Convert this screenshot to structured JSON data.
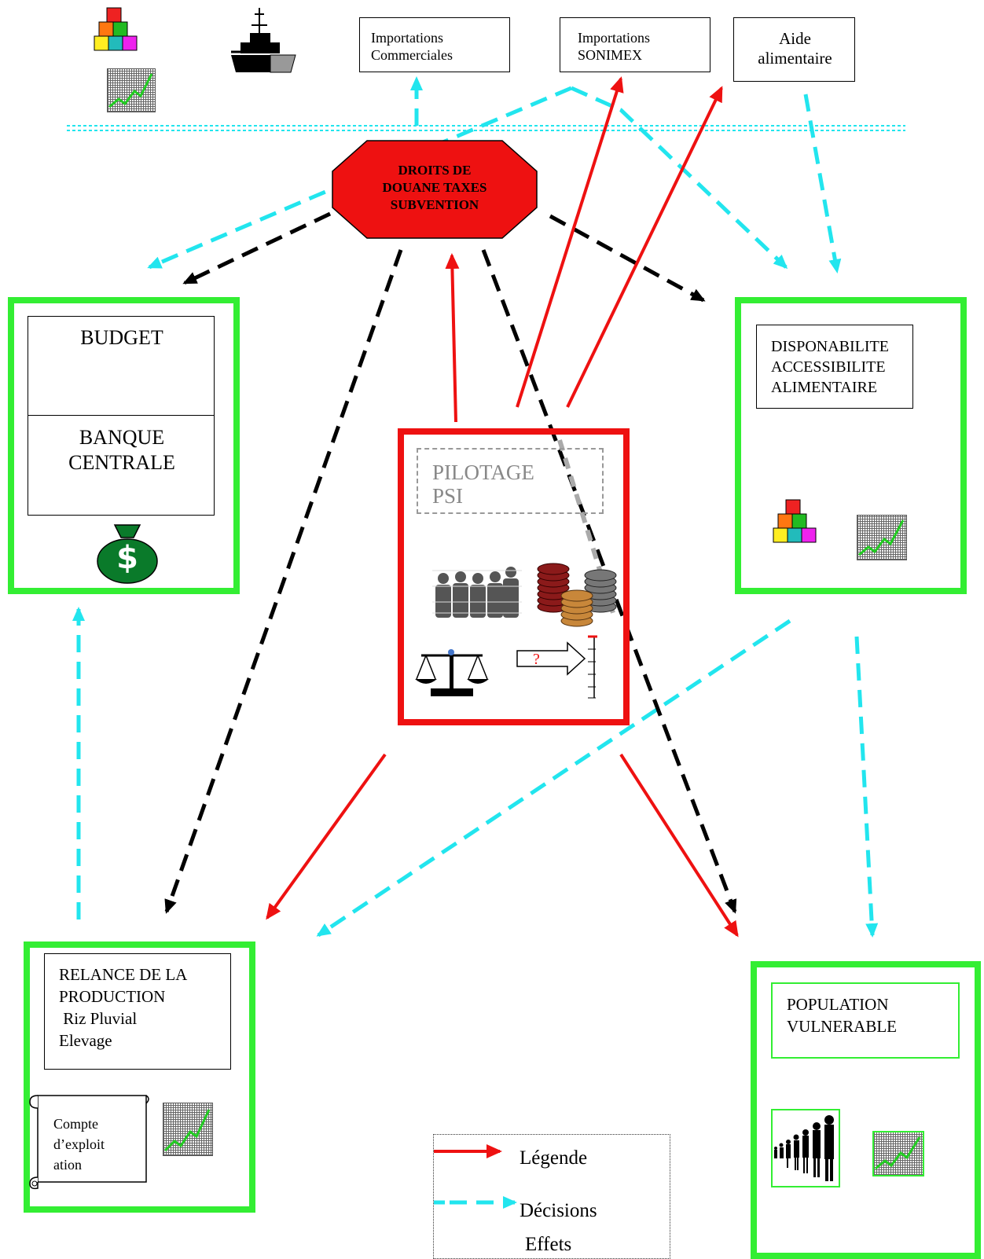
{
  "top": {
    "imports_commercial": "Importations\nCommerciales",
    "imports_sonimex": "Importations\nSONIMEX",
    "aide": "Aide\nalimentaire"
  },
  "center_octagon": {
    "line1": "DROITS DE",
    "line2": "DOUANE TAXES",
    "line3": "SUBVENTION"
  },
  "budget_box": {
    "budget": "BUDGET",
    "banque": "BANQUE\nCENTRALE",
    "dollar": "$"
  },
  "dispo_box": {
    "lines": "DISPONABILITE\nACCESSIBILITE\nALIMENTAIRE"
  },
  "pilotage_box": {
    "title": "PILOTAGE\nPSI",
    "question": "?"
  },
  "relance_box": {
    "lines": "RELANCE DE LA\nPRODUCTION\n Riz Pluvial\nElevage",
    "scroll": "Compte\nd’exploit\nation"
  },
  "population_box": {
    "lines": "POPULATION\nVULNERABLE"
  },
  "legend": {
    "title": "Légende",
    "decisions": "Décisions",
    "effets": "Effets"
  },
  "colors": {
    "red": "#ee1111",
    "cyan": "#22e5ee",
    "black": "#000000",
    "green": "#33ee33"
  },
  "icons": [
    "blocks-icon",
    "ship-icon",
    "chart-icon",
    "money-bag-icon",
    "people-icon",
    "coins-icon",
    "scale-icon",
    "gauge-icon",
    "people-queue-icon",
    "scroll-icon"
  ]
}
